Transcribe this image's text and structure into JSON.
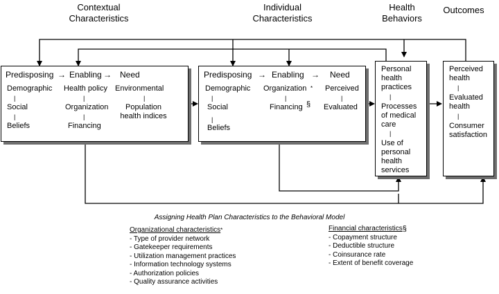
{
  "headers": {
    "contextual": "Contextual\nCharacteristics",
    "individual": "Individual\nCharacteristics",
    "health_behaviors": "Health\nBehaviors",
    "outcomes": "Outcomes"
  },
  "contextual_box": {
    "predisposing": "Predisposing",
    "enabling": "Enabling",
    "need": "Need",
    "arrow": "→",
    "sep": "|",
    "demographic": "Demographic",
    "social": "Social",
    "beliefs": "Beliefs",
    "health_policy": "Health policy",
    "organization": "Organization",
    "financing": "Financing",
    "environmental": "Environmental",
    "population_health": "Population\nhealth indices"
  },
  "individual_box": {
    "predisposing": "Predisposing",
    "enabling": "Enabling",
    "need": "Need",
    "arrow": "→",
    "sep": "|",
    "demographic": "Demographic",
    "social": "Social",
    "beliefs": "Beliefs",
    "organization": "Organization",
    "organization_mark": "*",
    "financing": "Financing",
    "financing_mark": "§",
    "perceived": "Perceived",
    "evaluated": "Evaluated"
  },
  "behaviors_box": {
    "personal_health_practices": "Personal\nhealth\npractices",
    "processes_of_medical_care": "Processes\nof medical\ncare",
    "use_of_services": "Use of\npersonal\nhealth\nservices",
    "sep": "|"
  },
  "outcomes_box": {
    "perceived_health": "Perceived\nhealth",
    "evaluated_health": "Evaluated\nhealth",
    "consumer_satisfaction": "Consumer\nsatisfaction",
    "sep": "|"
  },
  "caption": "Assigning Health Plan Characteristics to the Behavioral Model",
  "organizational": {
    "title": "Organizational characteristics",
    "mark": "*",
    "items": [
      "- Type of provider network",
      "- Gatekeeper requirements",
      "- Utilization management practices",
      "- Information technology systems",
      "- Authorization policies",
      "- Quality assurance activities"
    ]
  },
  "financial": {
    "title": "Financial characteristics",
    "mark": "§",
    "items": [
      "- Copayment structure",
      "- Deductible structure",
      "- Coinsurance rate",
      "- Extent of benefit coverage"
    ]
  }
}
